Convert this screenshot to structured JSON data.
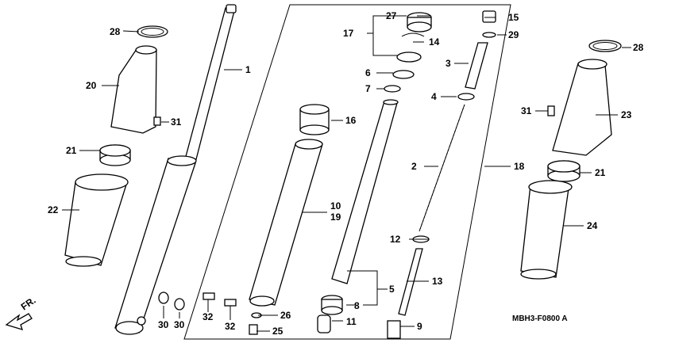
{
  "diagram": {
    "code": "MBH3-F0800 A",
    "direction": "FR.",
    "labels": {
      "l1": "1",
      "l2": "2",
      "l3": "3",
      "l4": "4",
      "l5": "5",
      "l6": "6",
      "l7": "7",
      "l8": "8",
      "l9": "9",
      "l10": "10",
      "l11": "11",
      "l12": "12",
      "l13": "13",
      "l14": "14",
      "l15": "15",
      "l16": "16",
      "l17": "17",
      "l18": "18",
      "l19": "19",
      "l20": "20",
      "l21a": "21",
      "l21b": "21",
      "l22": "22",
      "l23": "23",
      "l24": "24",
      "l25": "25",
      "l26": "26",
      "l27": "27",
      "l28a": "28",
      "l28b": "28",
      "l29": "29",
      "l30a": "30",
      "l30b": "30",
      "l31a": "31",
      "l31b": "31",
      "l32a": "32",
      "l32b": "32"
    }
  }
}
